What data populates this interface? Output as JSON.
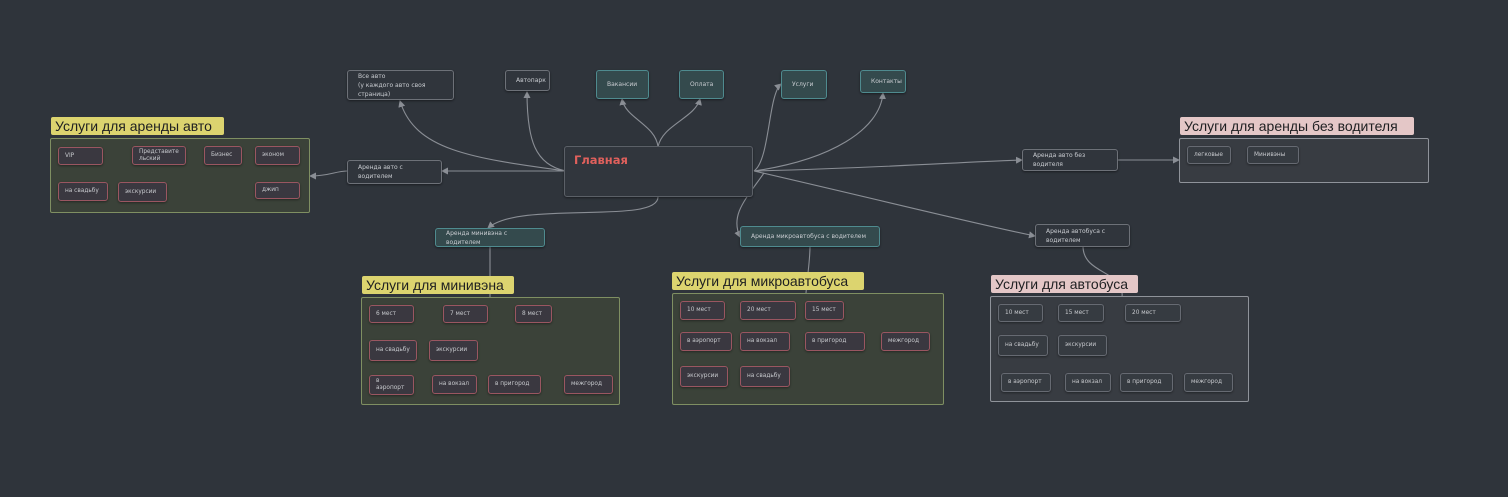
{
  "central": "Главная",
  "top_nodes": {
    "all_cars": "Все авто\n(у каждого авто своя страница)",
    "fleet": "Автопарк",
    "vacancies": "Вакансии",
    "payment": "Оплата",
    "services": "Услуги",
    "contacts": "Контакты"
  },
  "branches": {
    "car_with_driver": "Аренда авто с водителем",
    "car_without_driver": "Аренда авто без водителя",
    "minivan_with_driver": "Аренда минивэна с водителем",
    "microbus_with_driver": "Аренда микроавтобуса с водителем",
    "bus_with_driver": "Аренда автобуса с\nводителем"
  },
  "groups": {
    "car_rental": {
      "title": "Услуги для аренды авто",
      "chips": [
        "VIP",
        "Представите\nльский",
        "Бизнес",
        "эконом",
        "на свадьбу",
        "экскурсии",
        "джип"
      ]
    },
    "no_driver": {
      "title": "Услуги для аренды без водителя",
      "chips": [
        "легковые",
        "Минивэны"
      ]
    },
    "minivan": {
      "title": "Услуги для минивэна",
      "chips": [
        "6 мест",
        "7 мест",
        "8 мест",
        "на свадьбу",
        "экскурсии",
        "в\nаэропорт",
        "на вокзал",
        "в пригород",
        "межгород"
      ]
    },
    "microbus": {
      "title": "Услуги для микроавтобуса",
      "chips": [
        "10 мест",
        "20 мест",
        "15 мест",
        "в аэропорт",
        "на вокзал",
        "в пригород",
        "межгород",
        "экскурсии",
        "на свадьбу"
      ]
    },
    "bus": {
      "title": "Услуги для автобуса",
      "chips": [
        "10 мест",
        "15 мест",
        "20 мест",
        "на свадьбу",
        "экскурсии",
        "в аэропорт",
        "на вокзал",
        "в пригород",
        "межгород"
      ]
    }
  },
  "colors": {
    "background": "#2f343b",
    "connector": "#8a8e95",
    "central_text": "#e0605c",
    "title_yellow": "#dcd46f",
    "title_pink": "#e4c7c7"
  }
}
